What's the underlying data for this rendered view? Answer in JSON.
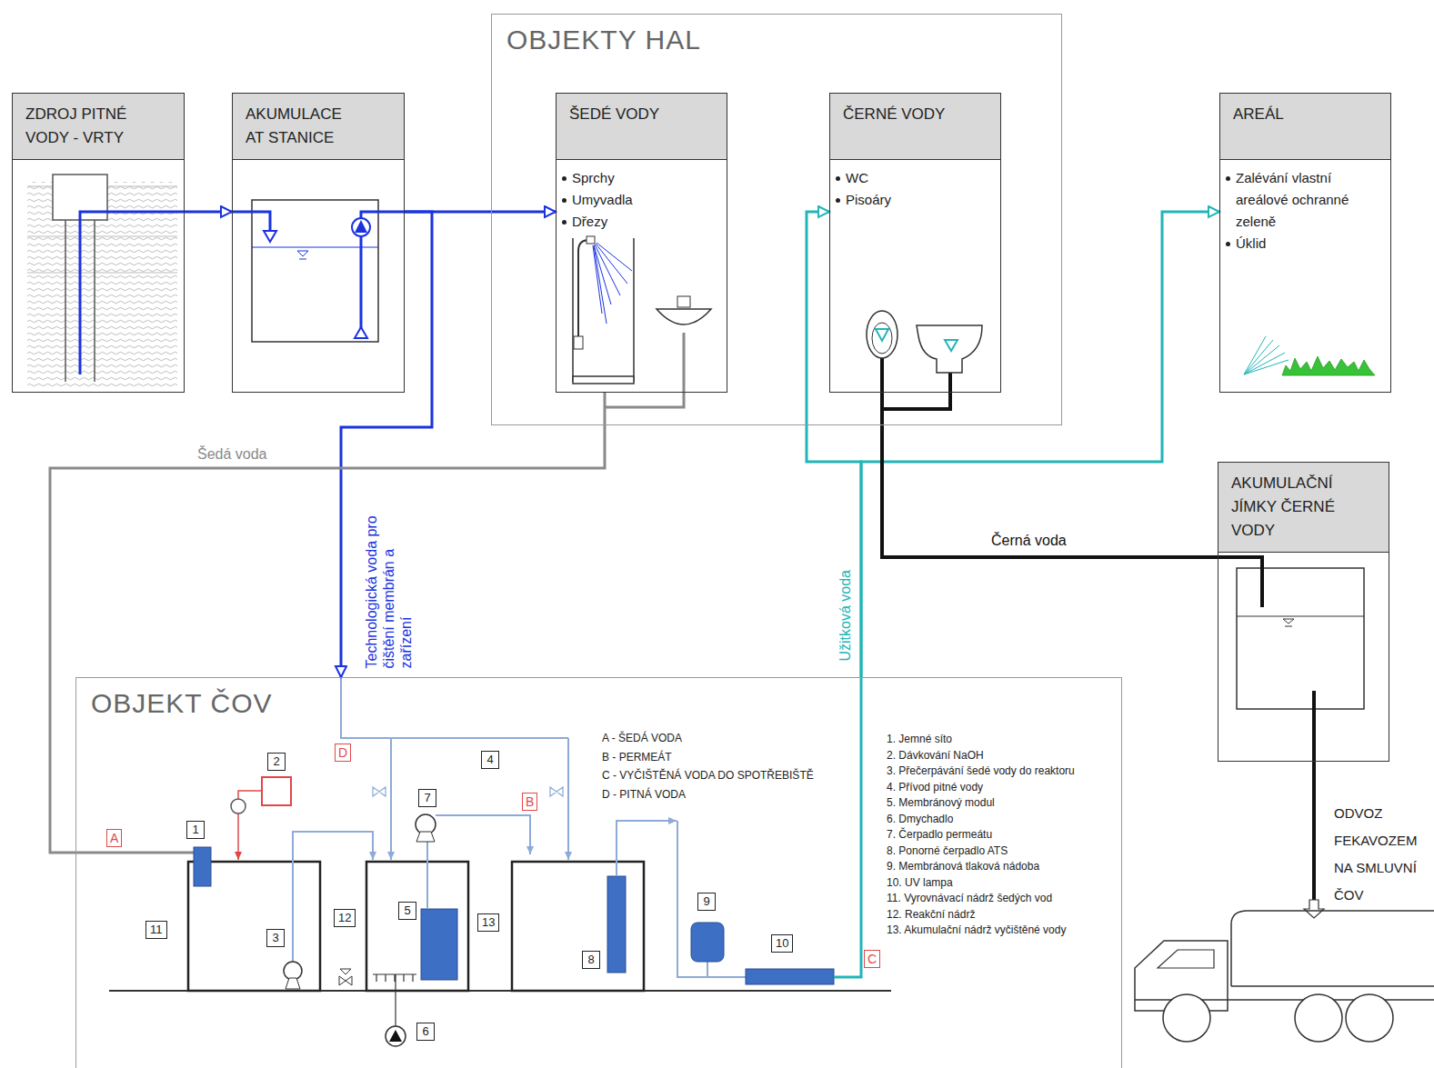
{
  "diagram": {
    "nodes": [
      {
        "text": [
          "ZDROJ PITNÉ VODY - VRTY"
        ]
      },
      {
        "text": [
          "AKUMULACE AT STANICE"
        ]
      },
      {
        "text": [
          "OBJEKTY HAL"
        ]
      },
      {
        "text": [
          "ŠEDÉ VODY",
          "Sprchy",
          "Umyvadla",
          "Dřezy"
        ],
        "in": 2
      },
      {
        "text": [
          "ČERNÉ VODY",
          "WC",
          "Pisoáry"
        ],
        "in": 2
      },
      {
        "text": [
          "AREÁL",
          "Zalévání vlastní areálové ochranné zeleně",
          "Úklid"
        ]
      },
      {
        "text": [
          "AKUMULAČNÍ JÍMKY ČERNÉ VODY"
        ]
      },
      {
        "text": [
          "OBJEKT ČOV"
        ]
      }
    ],
    "edges": [
      {
        "from": 0,
        "to": 1,
        "arrow": "to"
      },
      {
        "from": 1,
        "to": 3,
        "arrow": "to"
      },
      {
        "from": 1,
        "to": 7,
        "label": "Technologická voda pro čištění membrán a zařízení",
        "arrow": "to"
      },
      {
        "from": 3,
        "to": 7,
        "label": "Šedá voda",
        "arrow": "none"
      },
      {
        "from": 7,
        "to": 4,
        "label": "Užitková voda",
        "arrow": "to"
      },
      {
        "from": 7,
        "to": 5,
        "arrow": "to"
      },
      {
        "from": 4,
        "to": 6,
        "label": "Černá voda",
        "arrow": "none"
      }
    ],
    "labels": [
      "A",
      "1",
      "2",
      "D",
      "4",
      "7",
      "B",
      "3",
      "11",
      "12",
      "5",
      "13",
      "8",
      "9",
      "10",
      "6",
      "C",
      "A - ŠEDÁ VODA",
      "B - PERMEÁT",
      "C - VYČIŠTĚNÁ VODA DO SPOTŘEBIŠTĚ",
      "D - PITNÁ VODA",
      "1. Jemné síto",
      "2. Dávkování NaOH",
      "3. Přečerpávání šedé vody do reaktoru",
      "4. Přívod pitné vody",
      "5. Membránový modul",
      "6. Dmychadlo",
      "7. Čerpadlo permeátu",
      "8. Ponorné čerpadlo ATS",
      "9. Membránová tlaková nádoba",
      "10. UV lampa",
      "11. Vyrovnávací nádrž šedých vod",
      "12. Reakční nádrž",
      "13. Akumulační nádrž vyčištěné vody",
      "ODVOZ FEKAVOZEM NA SMLUVNÍ ČOV"
    ]
  }
}
